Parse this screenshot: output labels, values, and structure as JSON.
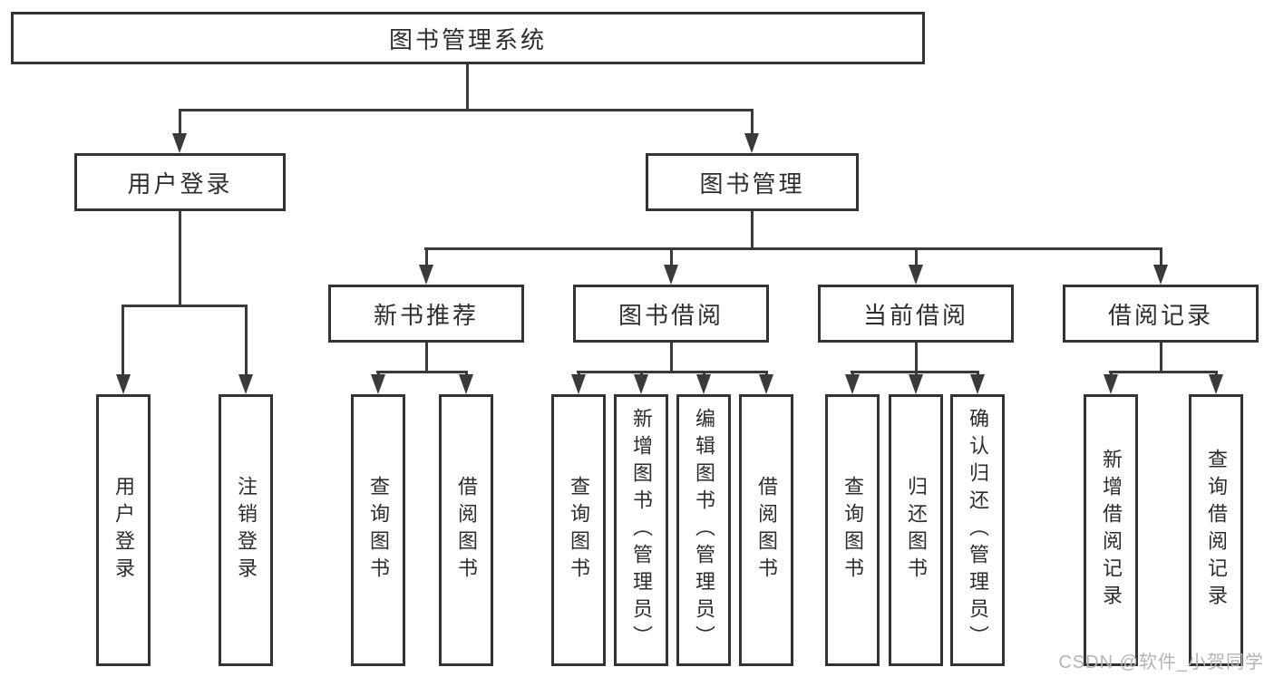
{
  "colors": {
    "background": "#ffffff",
    "box_border": "#333333",
    "connector_line": "#3a3a3a",
    "text": "#2d2d2d",
    "watermark_text": "#b4b4b7"
  },
  "watermark": {
    "text": "CSDN @软件_小贺同学"
  },
  "tree": {
    "label": "图书管理系统",
    "children": [
      {
        "label": "用户登录",
        "children": [
          {
            "label": "用户登录"
          },
          {
            "label": "注销登录"
          }
        ]
      },
      {
        "label": "图书管理",
        "children": [
          {
            "label": "新书推荐",
            "children": [
              {
                "label": "查询图书"
              },
              {
                "label": "借阅图书"
              }
            ]
          },
          {
            "label": "图书借阅",
            "children": [
              {
                "label": "查询图书"
              },
              {
                "label": "新增图书（管理员）"
              },
              {
                "label": "编辑图书（管理员）"
              },
              {
                "label": "借阅图书"
              }
            ]
          },
          {
            "label": "当前借阅",
            "children": [
              {
                "label": "查询图书"
              },
              {
                "label": "归还图书"
              },
              {
                "label": "确认归还（管理员）"
              }
            ]
          },
          {
            "label": "借阅记录",
            "children": [
              {
                "label": "新增借阅记录"
              },
              {
                "label": "查询借阅记录"
              }
            ]
          }
        ]
      }
    ]
  }
}
